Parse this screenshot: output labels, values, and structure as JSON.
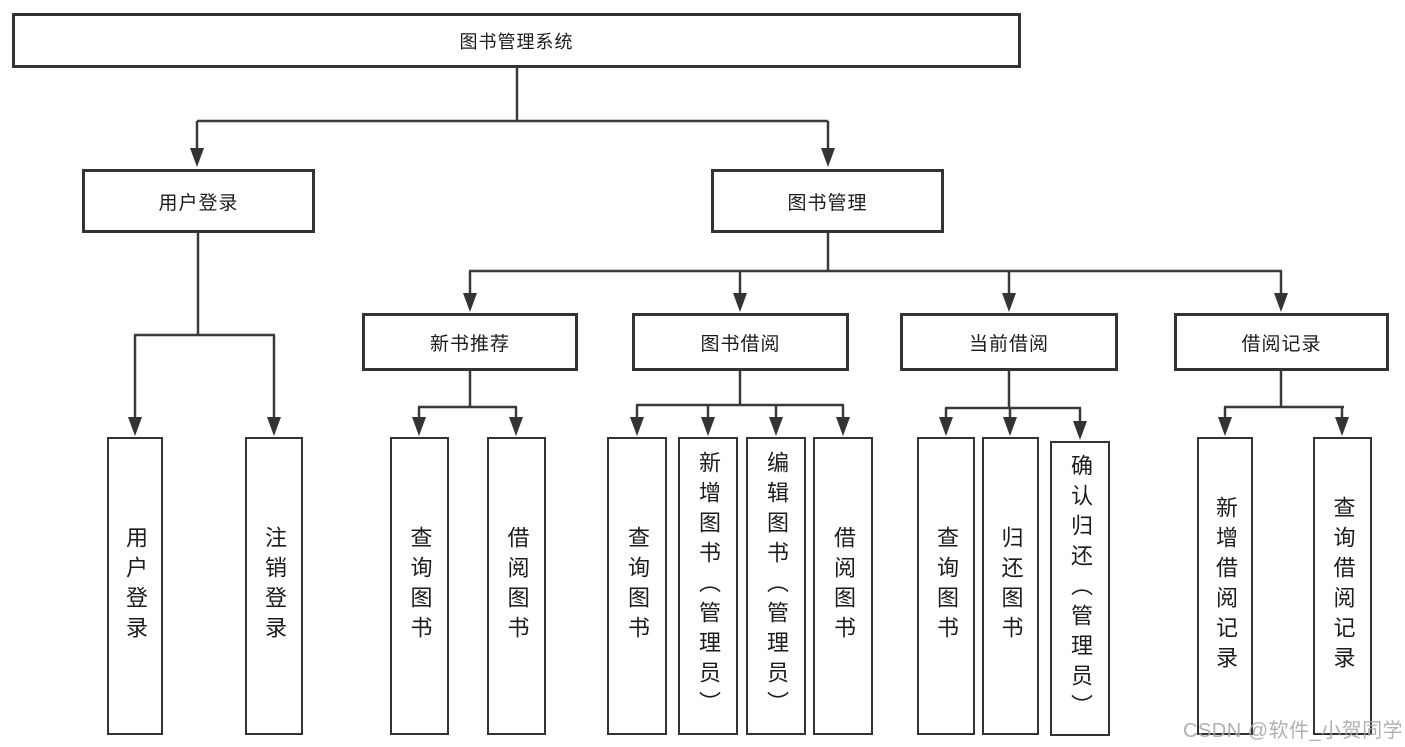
{
  "diagram": {
    "root": "图书管理系统",
    "level1": [
      "用户登录",
      "图书管理"
    ],
    "level2": [
      "新书推荐",
      "图书借阅",
      "当前借阅",
      "借阅记录"
    ],
    "leaves": {
      "user_login": [
        "用户登录",
        "注销登录"
      ],
      "new_book_recommend": [
        "查询图书",
        "借阅图书"
      ],
      "book_borrow": [
        "查询图书",
        "新增图书（管理员）",
        "编辑图书（管理员）",
        "借阅图书"
      ],
      "current_borrow": [
        "查询图书",
        "归还图书",
        "确认归还（管理员）"
      ],
      "borrow_records": [
        "新增借阅记录",
        "查询借阅记录"
      ]
    }
  },
  "watermark": "CSDN @软件_小贺同学",
  "colors": {
    "line": "#3a3a3a",
    "border": "#333333",
    "text": "#1c1c1c",
    "watermark": "#aaaaaa",
    "background": "#ffffff"
  }
}
